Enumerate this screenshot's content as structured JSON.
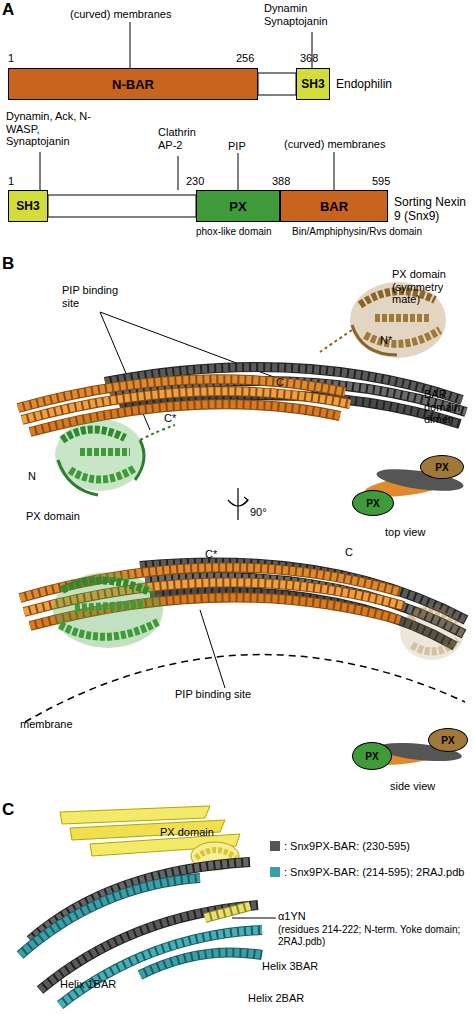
{
  "diagram": {
    "nodes": [
      {
        "text": [
          "N-BAR"
        ]
      },
      {
        "text": [
          "SH3"
        ]
      },
      {
        "text": [
          "SH3"
        ]
      },
      {
        "text": [
          "PX"
        ]
      },
      {
        "text": [
          "BAR"
        ]
      },
      {
        "text": [
          "PX"
        ]
      },
      {
        "text": [
          "PX"
        ]
      },
      {
        "text": [
          "PX"
        ]
      },
      {
        "text": [
          "PX"
        ]
      }
    ],
    "labels": [
      "A",
      "(curved) membranes",
      "Dynamin Synaptojanin",
      "1",
      "256",
      "368",
      "Endophilin",
      "Dynamin, Ack, N-WASP, Synaptojanin",
      "Clathrin AP-2",
      "PIP",
      "(curved) membranes",
      "1",
      "230",
      "388",
      "595",
      "Sorting Nexin 9 (Snx9)",
      "phox-like domain",
      "Bin/Amphiphysin/Rvs domain",
      "B",
      "PIP binding site",
      "PX domain (symmetry mate)",
      "N*",
      "BAR domain dimer",
      "C*",
      "C",
      "N",
      "PX domain",
      "90°",
      "top view",
      "C*",
      "C",
      "PIP binding site",
      "membrane",
      "side view",
      "C",
      "PX domain",
      "α1YN",
      "(residues 214-222; N-term. Yoke domain; 2RAJ.pdb)",
      "Helix 1BAR",
      "Helix 3BAR",
      "Helix 2BAR"
    ],
    "legend": [
      {
        "text": ": Snx9PX-BAR: (230-595)",
        "color": "#555555"
      },
      {
        "text": ": Snx9PX-BAR: (214-595); 2RAJ.pdb",
        "color": "#3aa0a8"
      }
    ]
  }
}
